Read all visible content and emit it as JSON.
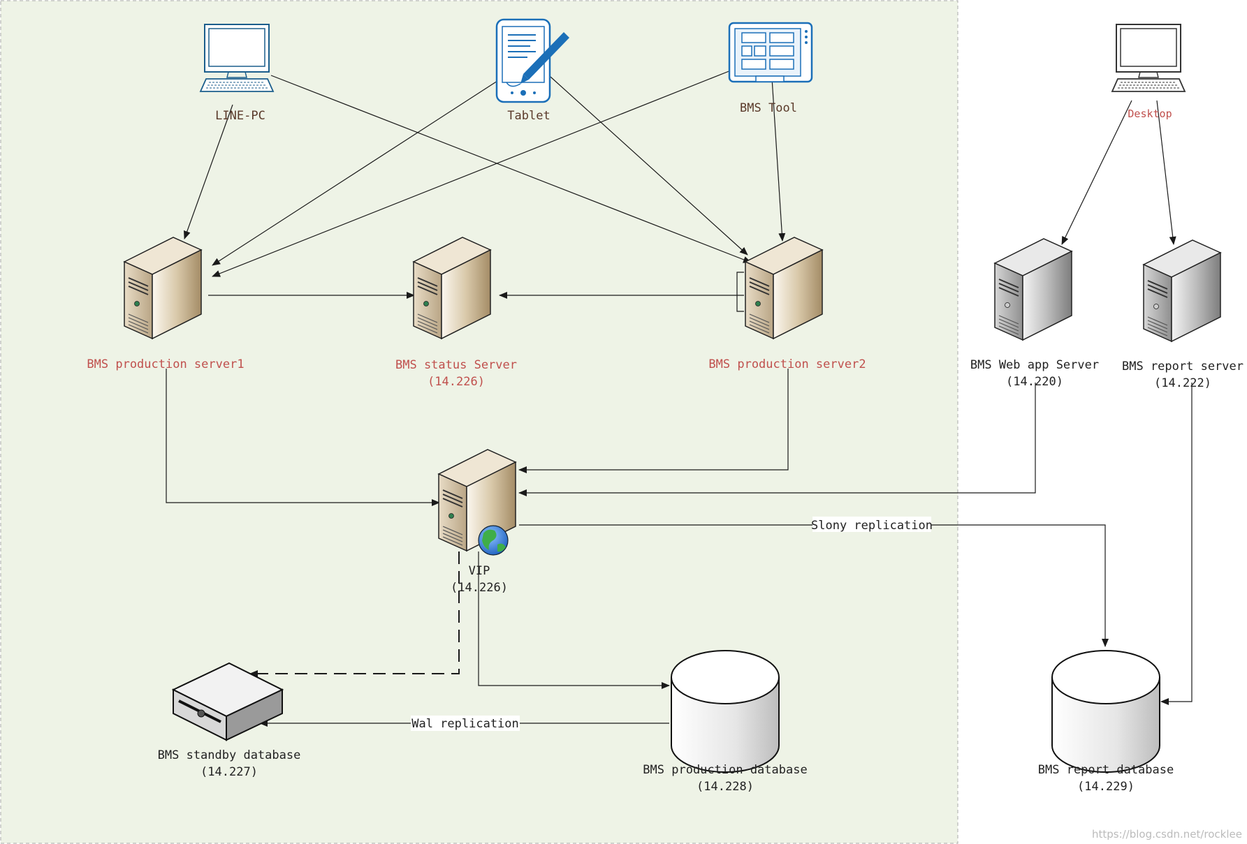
{
  "colors": {
    "panel_background": "#eef3e6",
    "panel_border": "#a8a8a8",
    "server_tan": "#c9b89a",
    "server_gray": "#a6a6a6",
    "red_label": "#c0504d",
    "brown_label": "#5a3a2a"
  },
  "nodes": {
    "line_pc": {
      "label": "LINE-PC",
      "icon": "desktop-computer-icon"
    },
    "tablet": {
      "label": "Tablet",
      "icon": "tablet-pen-icon"
    },
    "bms_tool": {
      "label": "BMS Tool",
      "icon": "tool-window-icon"
    },
    "desktop": {
      "label": "Desktop",
      "icon": "desktop-computer-icon"
    },
    "prod_server1": {
      "label": "BMS production server1",
      "icon": "server-tower-icon"
    },
    "status_server": {
      "label": "BMS status Server",
      "sub": "(14.226)",
      "icon": "server-tower-icon"
    },
    "prod_server2": {
      "label": "BMS production server2",
      "icon": "server-tower-icon"
    },
    "webapp_server": {
      "label": "BMS Web app Server",
      "sub": "(14.220)",
      "icon": "server-tower-icon"
    },
    "report_server": {
      "label": "BMS report server",
      "sub": "(14.222)",
      "icon": "server-tower-icon"
    },
    "vip": {
      "label": "VIP",
      "sub": "(14.226)",
      "icon": "web-server-globe-icon"
    },
    "standby_db": {
      "label": "BMS standby database",
      "sub": "(14.227)",
      "icon": "storage-device-icon"
    },
    "prod_db": {
      "label": "BMS production database",
      "sub": "(14.228)",
      "icon": "database-cylinder-icon"
    },
    "report_db": {
      "label": "BMS report database",
      "sub": "(14.229)",
      "icon": "database-cylinder-icon"
    }
  },
  "edge_labels": {
    "slony": "Slony replication",
    "wal": "Wal replication"
  },
  "watermark": "https://blog.csdn.net/rocklee"
}
